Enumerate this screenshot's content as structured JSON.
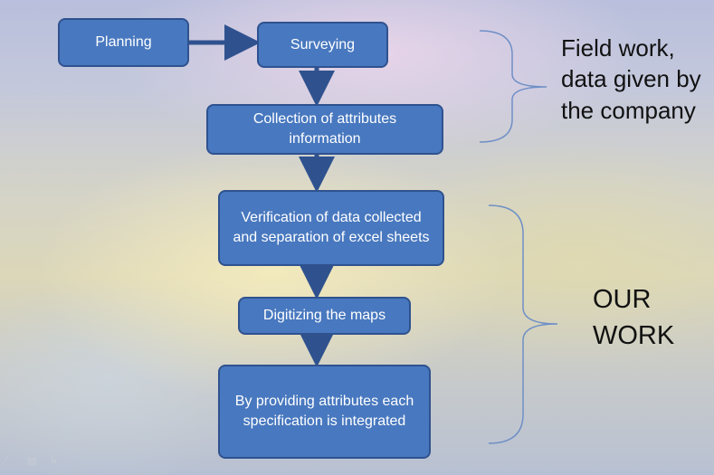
{
  "flowchart": {
    "planning": "Planning",
    "surveying": "Surveying",
    "collection": "Collection of attributes information",
    "verification": "Verification of data collected and separation of excel sheets",
    "digitizing": "Digitizing the maps",
    "integration": "By providing attributes each specification is integrated"
  },
  "labels": {
    "field_work": "Field work, data given by the company",
    "our_work": "OUR WORK"
  },
  "colors": {
    "box_fill": "#4878bf",
    "box_border": "#2f528f",
    "arrow": "#2f528f",
    "brace": "#6f8fc6"
  }
}
